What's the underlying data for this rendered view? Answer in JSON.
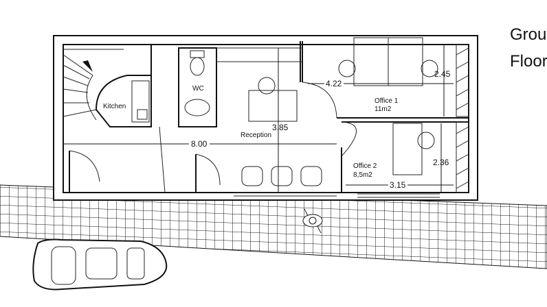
{
  "title": {
    "line1": "Ground",
    "line2": "Floor"
  },
  "rooms": {
    "kitchen": "Kitchen",
    "wc": "WC",
    "reception": "Reception",
    "office1": {
      "name": "Office 1",
      "area": "11m2"
    },
    "office2": {
      "name": "Office 2",
      "area": "8,5m2"
    }
  },
  "dimensions": {
    "overall_width": "8.00",
    "reception_depth": "3.85",
    "office1_width": "4.22",
    "office1_depth": "2.45",
    "office2_depth": "2.36",
    "office2_width": "3.15"
  }
}
